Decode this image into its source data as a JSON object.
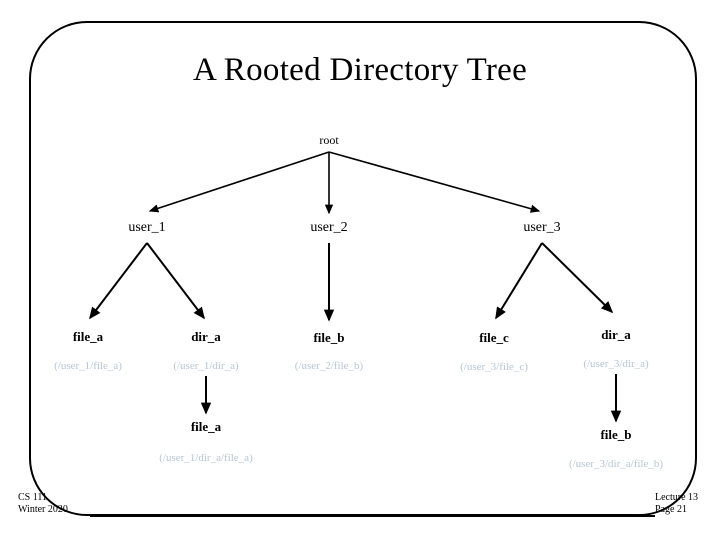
{
  "slide": {
    "title": "A Rooted Directory Tree",
    "footer_left_line1": "CS 111",
    "footer_left_line2": "Winter 2020",
    "footer_right_line1": "Lecture 13",
    "footer_right_line2": "Page 21",
    "frame_color": "#000000",
    "text_color": "#000000",
    "path_color": "#b6c6d6",
    "background": "#ffffff"
  },
  "tree": {
    "root": {
      "label": "root"
    },
    "level1": [
      {
        "label": "user_1"
      },
      {
        "label": "user_2"
      },
      {
        "label": "user_3"
      }
    ],
    "level2": [
      {
        "label": "file_a",
        "path": "(/user_1/file_a)"
      },
      {
        "label": "dir_a",
        "path": "(/user_1/dir_a)"
      },
      {
        "label": "file_b",
        "path": "(/user_2/file_b)"
      },
      {
        "label": "file_c",
        "path": "(/user_3/file_c)"
      },
      {
        "label": "dir_a",
        "path": "(/user_3/dir_a)"
      }
    ],
    "level3": [
      {
        "label": "file_a",
        "path": "(/user_1/dir_a/file_a)"
      },
      {
        "label": "file_b",
        "path": "(/user_3/dir_a/file_b)"
      }
    ]
  }
}
